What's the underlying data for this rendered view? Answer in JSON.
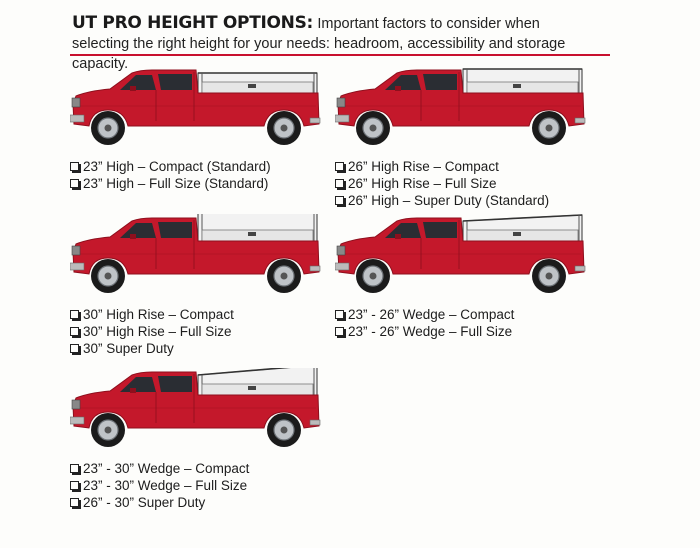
{
  "header": {
    "title": "UT PRO HEIGHT OPTIONS:",
    "intro": "Important factors to consider when selecting the right height for your needs: headroom, accessibility and storage capacity."
  },
  "colors": {
    "accent": "#c8102e",
    "truck_body": "#c4182b",
    "truck_dark": "#8e0f1d"
  },
  "options": [
    {
      "style": "compact-flat",
      "items": [
        "23” High – Compact (Standard)",
        "23” High – Full Size (Standard)"
      ]
    },
    {
      "style": "high-rise-26",
      "items": [
        "26” High Rise – Compact",
        "26” High Rise – Full Size",
        "26” High – Super Duty (Standard)"
      ]
    },
    {
      "style": "high-rise-30",
      "items": [
        "30” High Rise – Compact",
        "30” High Rise – Full Size",
        "30” Super Duty"
      ]
    },
    {
      "style": "wedge-23-26",
      "items": [
        "23” - 26” Wedge – Compact",
        "23” - 26” Wedge – Full Size"
      ]
    },
    {
      "style": "wedge-23-30",
      "items": [
        "23” - 30” Wedge – Compact",
        "23” - 30” Wedge – Full Size",
        "26” - 30” Super Duty"
      ]
    }
  ]
}
